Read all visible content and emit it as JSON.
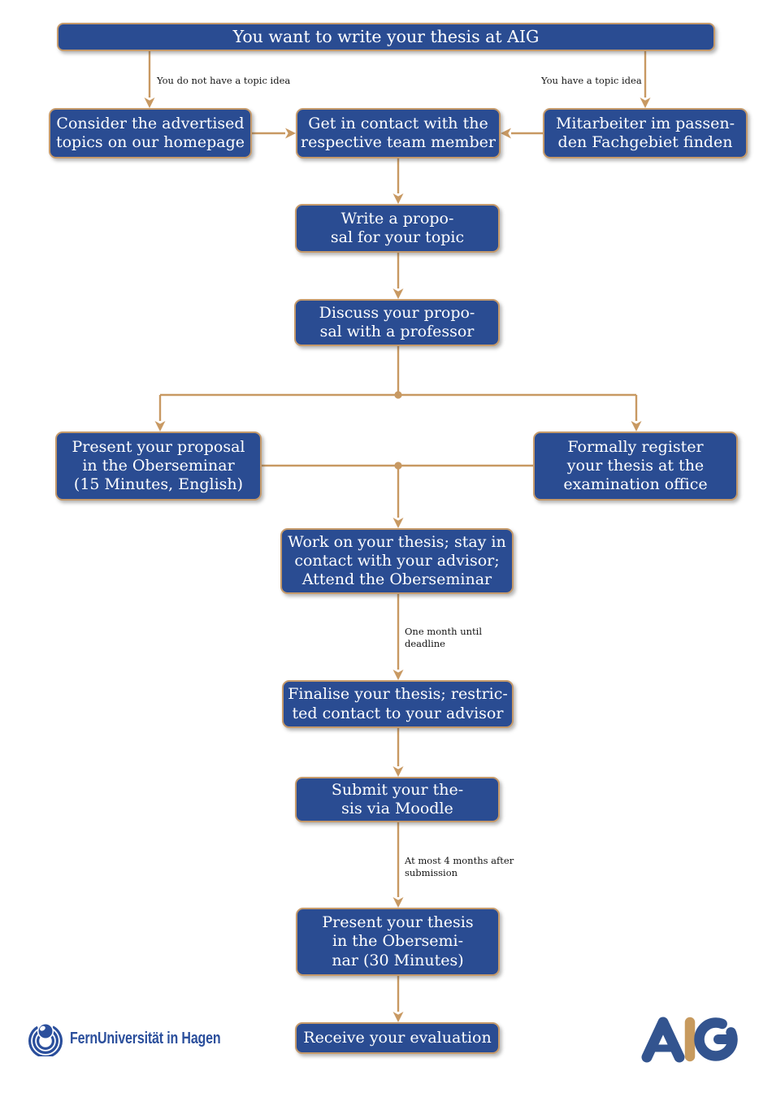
{
  "colors": {
    "box_fill": "#2a4c92",
    "box_border": "#c59a6b",
    "box_text": "#ffffff",
    "arrow": "#c89962",
    "fernuni_blue": "#2b4f9c",
    "aig_blue": "#33548f",
    "aig_gold": "#c79a5e"
  },
  "nodes": {
    "start": "You want to write your thesis at AIG",
    "consider": "Consider the advertised\ntopics on our homepage",
    "contact": "Get in contact with the\nrespective team member",
    "mitarbeiter": "Mitarbeiter im passen-\nden Fachgebiet finden",
    "write_proposal": "Write a propo-\nsal for your topic",
    "discuss": "Discuss your propo-\nsal with a professor",
    "present_proposal": "Present your proposal\nin the Oberseminar\n(15 Minutes, English)",
    "register": "Formally register\nyour thesis at the\nexamination office",
    "work": "Work on your thesis; stay in\ncontact with your advisor;\nAttend the Oberseminar",
    "finalise": "Finalise your thesis; restric-\nted contact to your advisor",
    "submit": "Submit your the-\nsis via Moodle",
    "present_thesis": "Present your thesis\nin the Obersemi-\nnar (30 Minutes)",
    "receive": "Receive your evaluation"
  },
  "edge_labels": {
    "no_topic": "You do not have a topic idea",
    "has_topic": "You have a topic idea",
    "one_month": "One month until\ndeadline",
    "four_months": "At most 4 months after\nsubmission"
  },
  "footer": {
    "university": "FernUniversität in Hagen",
    "group": "AIG"
  }
}
